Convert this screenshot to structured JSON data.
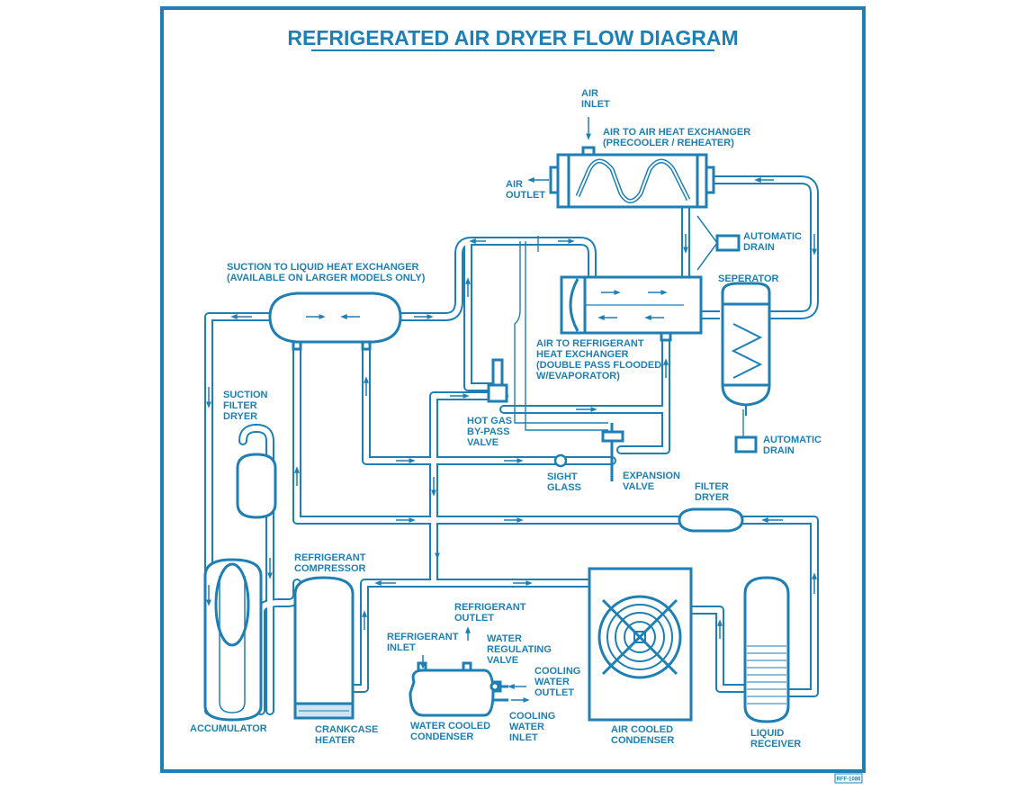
{
  "title": "REFRIGERATED AIR DRYER FLOW DIAGRAM",
  "doc_code": "RFF-1086",
  "colors": {
    "line": "#1e7fb4",
    "pipe_fill": "#ffffff",
    "background": "#ffffff"
  },
  "labels": {
    "air_inlet": [
      "AIR",
      "INLET"
    ],
    "air_to_air_hx": [
      "AIR TO AIR HEAT EXCHANGER",
      "(PRECOOLER / REHEATER)"
    ],
    "air_outlet": [
      "AIR",
      "OUTLET"
    ],
    "automatic_drain_top": [
      "AUTOMATIC",
      "DRAIN"
    ],
    "separator": [
      "SEPERATOR"
    ],
    "suction_liquid_hx": [
      "SUCTION TO LIQUID HEAT EXCHANGER",
      "(AVAILABLE ON LARGER MODELS ONLY)"
    ],
    "air_refrigerant_hx": [
      "AIR TO REFRIGERANT",
      "HEAT EXCHANGER",
      "(DOUBLE PASS FLOODED",
      "W/EVAPORATOR)"
    ],
    "suction_filter_dryer": [
      "SUCTION",
      "FILTER",
      "DRYER"
    ],
    "hot_gas_valve": [
      "HOT GAS",
      "BY-PASS",
      "VALVE"
    ],
    "automatic_drain_bottom": [
      "AUTOMATIC",
      "DRAIN"
    ],
    "sight_glass": [
      "SIGHT",
      "GLASS"
    ],
    "expansion_valve": [
      "EXPANSION",
      "VALVE"
    ],
    "filter_dryer": [
      "FILTER",
      "DRYER"
    ],
    "refrigerant_compressor": [
      "REFRIGERANT",
      "COMPRESSOR"
    ],
    "refrigerant_outlet": [
      "REFRIGERANT",
      "OUTLET"
    ],
    "refrigerant_inlet": [
      "REFRIGERANT",
      "INLET"
    ],
    "water_regulating_valve": [
      "WATER",
      "REGULATING",
      "VALVE"
    ],
    "cooling_water_outlet": [
      "COOLING",
      "WATER",
      "OUTLET"
    ],
    "cooling_water_inlet": [
      "COOLING",
      "WATER",
      "INLET"
    ],
    "accumulator": [
      "ACCUMULATOR"
    ],
    "crankcase_heater": [
      "CRANKCASE",
      "HEATER"
    ],
    "water_cooled_condenser": [
      "WATER COOLED",
      "CONDENSER"
    ],
    "air_cooled_condenser": [
      "AIR COOLED",
      "CONDENSER"
    ],
    "liquid_receiver": [
      "LIQUID",
      "RECEIVER"
    ]
  }
}
